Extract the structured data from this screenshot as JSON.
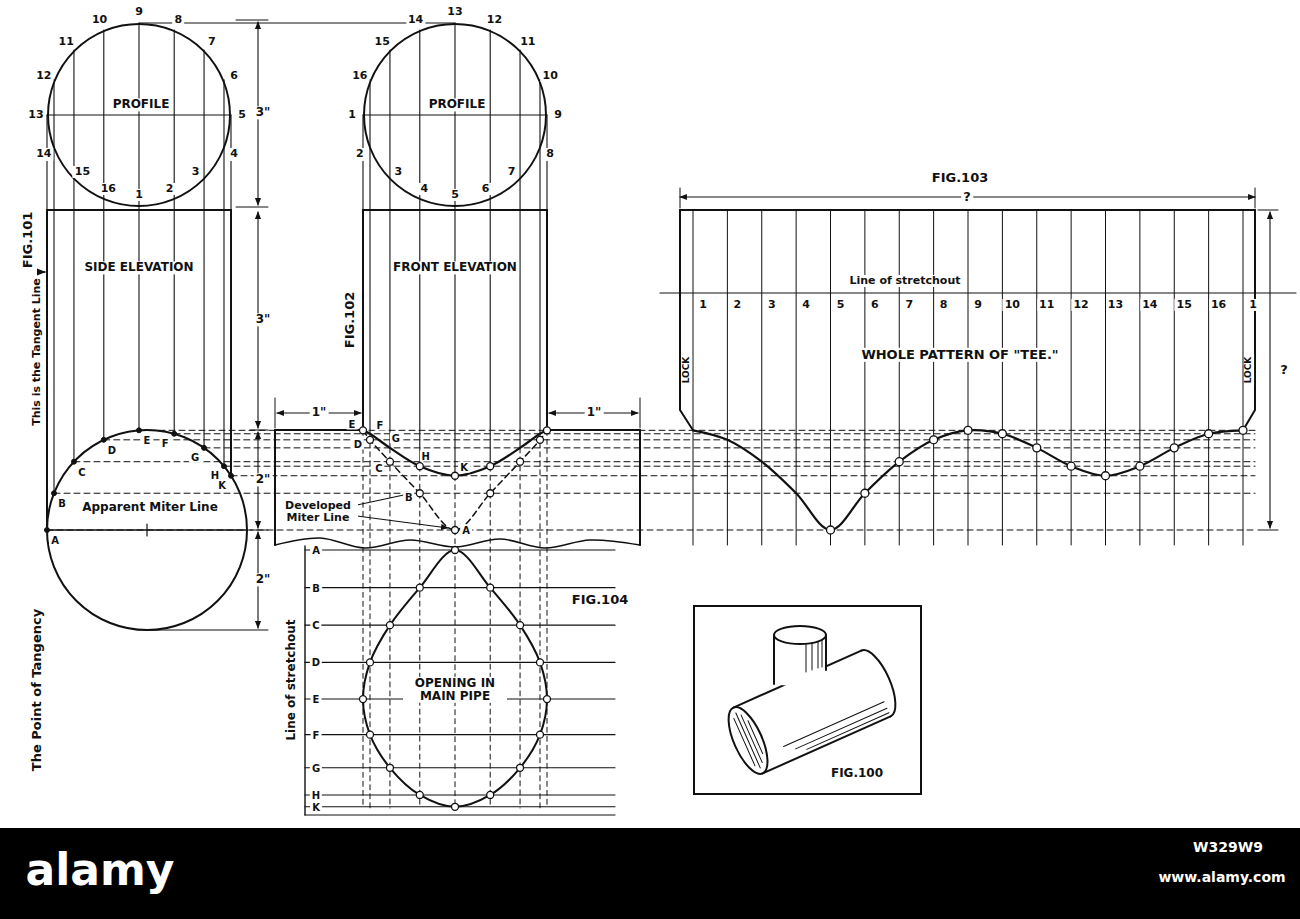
{
  "diagram": {
    "nodes": [
      {
        "text": [
          "PROFILE"
        ]
      },
      {
        "text": [
          "PROFILE"
        ]
      },
      {
        "text": [
          "SIDE ELEVATION"
        ]
      },
      {
        "text": [
          "FRONT ELEVATION"
        ]
      },
      {
        "text": [
          "WHOLE PATTERN OF \"TEE.\""
        ]
      },
      {
        "text": [
          "OPENING IN MAIN PIPE"
        ]
      },
      {
        "text": [
          "FIG.100"
        ]
      }
    ],
    "labels": [
      "FIG.101",
      "This is the Tangent Line",
      "The Point of Tangency",
      "1",
      "2",
      "3",
      "4",
      "5",
      "6",
      "7",
      "8",
      "9",
      "10",
      "11",
      "12",
      "13",
      "14",
      "15",
      "16",
      "3\"",
      "3\"",
      "2\"",
      "2\"",
      "A",
      "B",
      "C",
      "D",
      "E",
      "F",
      "G",
      "H",
      "K",
      "Apparent Miter Line",
      "FIG.102",
      "1",
      "2",
      "3",
      "4",
      "5",
      "6",
      "7",
      "8",
      "9",
      "10",
      "11",
      "12",
      "13",
      "14",
      "15",
      "16",
      "1\"",
      "1\"",
      "E",
      "F",
      "D",
      "G",
      "C",
      "H",
      "K",
      "B",
      "A",
      "Developed Miter Line",
      "A",
      "B",
      "C",
      "D",
      "E",
      "F",
      "G",
      "H",
      "K",
      "Line of stretchout",
      "FIG.104",
      "FIG.103",
      "?",
      "?",
      "Line of stretchout",
      "1",
      "2",
      "3",
      "4",
      "5",
      "6",
      "7",
      "8",
      "9",
      "10",
      "11",
      "12",
      "13",
      "14",
      "15",
      "16",
      "1",
      "LOCK",
      "LOCK",
      "alamy",
      "W329W9",
      "www.alamy.com"
    ]
  }
}
